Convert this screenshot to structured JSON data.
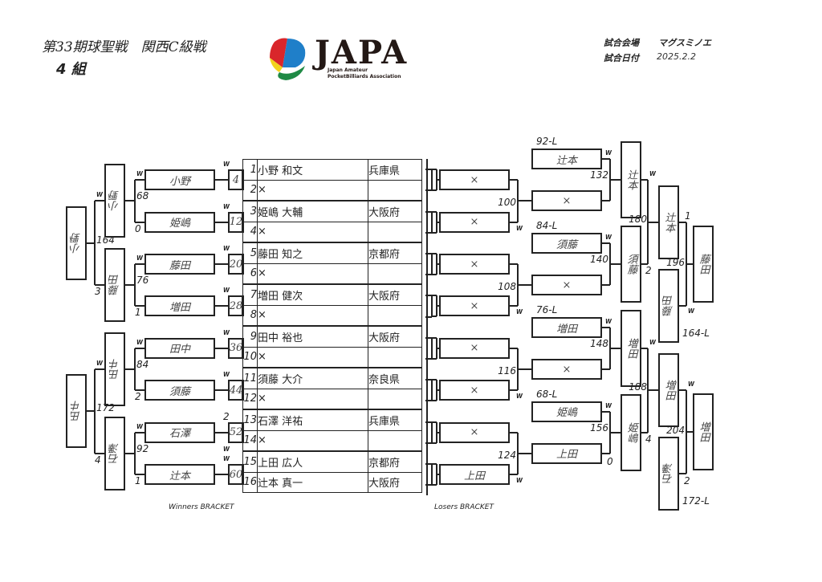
{
  "header": {
    "title": "第33期球聖戦　関西C級戦",
    "group": "4 組",
    "logo_text": "JAPA",
    "logo_sub1": "Japan Amateur",
    "logo_sub2": "PocketBilliards Association",
    "venue_label": "試合会場",
    "venue_value": "マグスミノエ",
    "date_label": "試合日付",
    "date_value": "2025.2.2"
  },
  "entries": [
    {
      "no": "1",
      "name": "小野 和文",
      "pref": "兵庫県"
    },
    {
      "no": "2",
      "name": "×",
      "pref": ""
    },
    {
      "no": "3",
      "name": "姫嶋 大輔",
      "pref": "大阪府"
    },
    {
      "no": "4",
      "name": "×",
      "pref": ""
    },
    {
      "no": "5",
      "name": "藤田 知之",
      "pref": "京都府"
    },
    {
      "no": "6",
      "name": "×",
      "pref": ""
    },
    {
      "no": "7",
      "name": "増田 健次",
      "pref": "大阪府"
    },
    {
      "no": "8",
      "name": "×",
      "pref": ""
    },
    {
      "no": "9",
      "name": "田中 裕也",
      "pref": "大阪府"
    },
    {
      "no": "10",
      "name": "×",
      "pref": ""
    },
    {
      "no": "11",
      "name": "須藤 大介",
      "pref": "奈良県"
    },
    {
      "no": "12",
      "name": "×",
      "pref": ""
    },
    {
      "no": "13",
      "name": "石澤 洋祐",
      "pref": "兵庫県"
    },
    {
      "no": "14",
      "name": "×",
      "pref": ""
    },
    {
      "no": "15",
      "name": "上田 広人",
      "pref": "京都府"
    },
    {
      "no": "16",
      "name": "辻本 真一",
      "pref": "大阪府"
    }
  ],
  "winners": {
    "label": "Winners BRACKET",
    "r1_matches": [
      "4",
      "12",
      "20",
      "28",
      "36",
      "44",
      "52",
      "60"
    ],
    "r1_scores": [
      "W",
      "W",
      "W",
      "W",
      "W",
      "W",
      "2",
      "W"
    ],
    "r2_names": [
      "小野",
      "姫嶋",
      "藤田",
      "増田",
      "田中",
      "須藤",
      "石澤",
      "辻本"
    ],
    "r2_matches": [
      "68",
      "76",
      "84",
      "92"
    ],
    "r2_scores": [
      "W",
      "0",
      "W",
      "1",
      "W",
      "2",
      "W",
      "1"
    ],
    "r3_names": [
      "小野",
      "藤田",
      "田中",
      "石澤"
    ],
    "r3_matches": [
      "164",
      "172"
    ],
    "r3_scores": [
      "W",
      "3",
      "W",
      "4"
    ],
    "r4_names": [
      "小野",
      "田中"
    ]
  },
  "losers": {
    "label": "Losers BRACKET",
    "r1_names": [
      "×",
      "×",
      "×",
      "×",
      "×",
      "×",
      "×",
      "上田"
    ],
    "r1_matches": [
      "100",
      "108",
      "116",
      "124"
    ],
    "r1_scores": [
      "W",
      "W",
      "W",
      "W"
    ],
    "r2_names": [
      "辻本",
      "×",
      "須藤",
      "×",
      "増田",
      "×",
      "姫嶋",
      "上田"
    ],
    "r2_drop_labels": [
      "92-L",
      "84-L",
      "76-L",
      "68-L"
    ],
    "r2_matches": [
      "132",
      "140",
      "148",
      "156"
    ],
    "r2_scores": [
      "W",
      "",
      "W",
      "",
      "W",
      "",
      "W",
      "0"
    ],
    "r3_names": [
      "辻本",
      "須藤",
      "増田",
      "姫嶋"
    ],
    "r3_matches": [
      "180",
      "188"
    ],
    "r3_scores": [
      "W",
      "2",
      "W",
      "4"
    ],
    "r4_names": [
      "辻本",
      "藤田",
      "増田",
      "石澤"
    ],
    "r4_drop_labels": [
      "164-L",
      "172-L"
    ],
    "r4_matches": [
      "196",
      "204"
    ],
    "r4_scores": [
      "1",
      "W",
      "W",
      "2"
    ],
    "finals": [
      "藤田",
      "増田"
    ]
  }
}
